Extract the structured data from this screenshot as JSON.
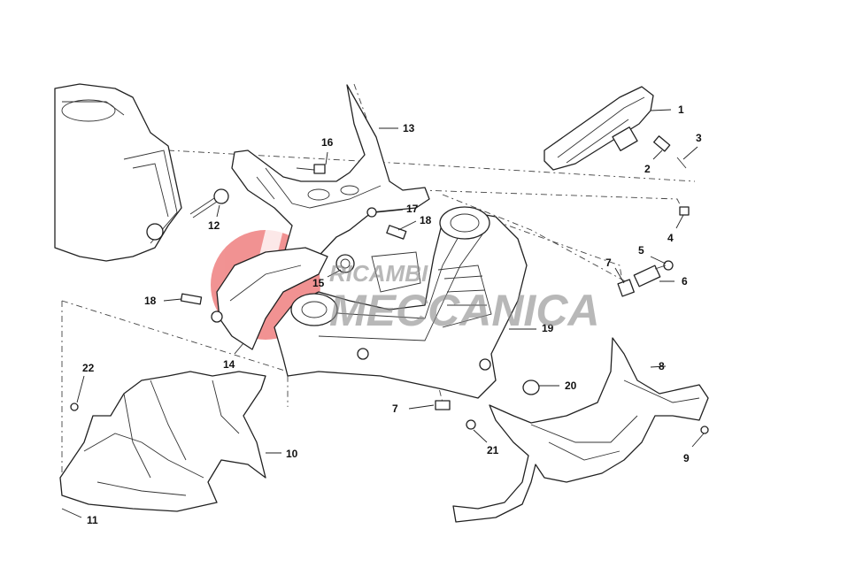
{
  "callouts": [
    {
      "id": "c1",
      "label": "1"
    },
    {
      "id": "c2",
      "label": "2"
    },
    {
      "id": "c3",
      "label": "3"
    },
    {
      "id": "c4",
      "label": "4"
    },
    {
      "id": "c5",
      "label": "5"
    },
    {
      "id": "c6",
      "label": "6"
    },
    {
      "id": "c7a",
      "label": "7"
    },
    {
      "id": "c7b",
      "label": "7"
    },
    {
      "id": "c8",
      "label": "8"
    },
    {
      "id": "c9",
      "label": "9"
    },
    {
      "id": "c10",
      "label": "10"
    },
    {
      "id": "c11",
      "label": "11"
    },
    {
      "id": "c12",
      "label": "12"
    },
    {
      "id": "c13",
      "label": "13"
    },
    {
      "id": "c14",
      "label": "14"
    },
    {
      "id": "c15",
      "label": "15"
    },
    {
      "id": "c16",
      "label": "16"
    },
    {
      "id": "c17",
      "label": "17"
    },
    {
      "id": "c18a",
      "label": "18"
    },
    {
      "id": "c18b",
      "label": "18"
    },
    {
      "id": "c19",
      "label": "19"
    },
    {
      "id": "c20",
      "label": "20"
    },
    {
      "id": "c21",
      "label": "21"
    },
    {
      "id": "c22",
      "label": "22"
    }
  ],
  "watermark": {
    "line1": "RICAMBI",
    "line2": "MECCANICA",
    "color": "#e63a3a",
    "text_color": "#8a8a8a"
  }
}
